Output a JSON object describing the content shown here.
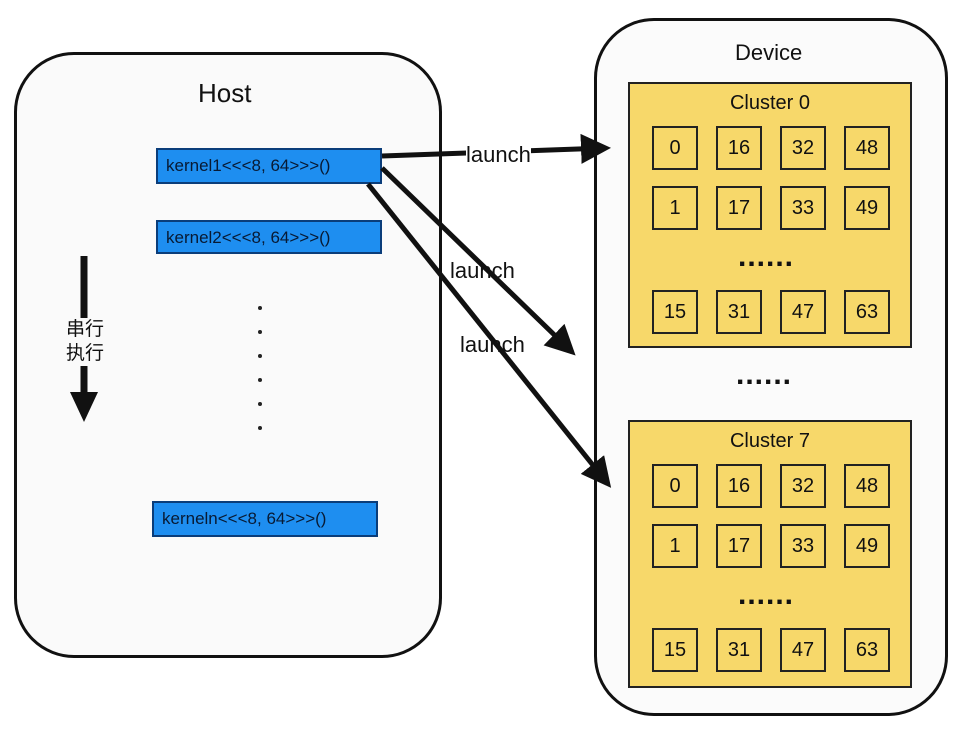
{
  "host": {
    "title": "Host",
    "kernels": [
      "kernel1<<<8, 64>>>()",
      "kernel2<<<8, 64>>>()",
      "kerneln<<<8, 64>>>()"
    ],
    "serial_label_line1": "串行",
    "serial_label_line2": "执行"
  },
  "device": {
    "title": "Device",
    "cluster0": {
      "label": "Cluster 0",
      "row1": [
        "0",
        "16",
        "32",
        "48"
      ],
      "row2": [
        "1",
        "17",
        "33",
        "49"
      ],
      "ellipsis": "......",
      "row3": [
        "15",
        "31",
        "47",
        "63"
      ]
    },
    "between_ellipsis": "......",
    "cluster7": {
      "label": "Cluster 7",
      "row1": [
        "0",
        "16",
        "32",
        "48"
      ],
      "row2": [
        "1",
        "17",
        "33",
        "49"
      ],
      "ellipsis": "......",
      "row3": [
        "15",
        "31",
        "47",
        "63"
      ]
    }
  },
  "arrows": {
    "launch1": "launch",
    "launch2": "launch",
    "launch3": "launch"
  }
}
